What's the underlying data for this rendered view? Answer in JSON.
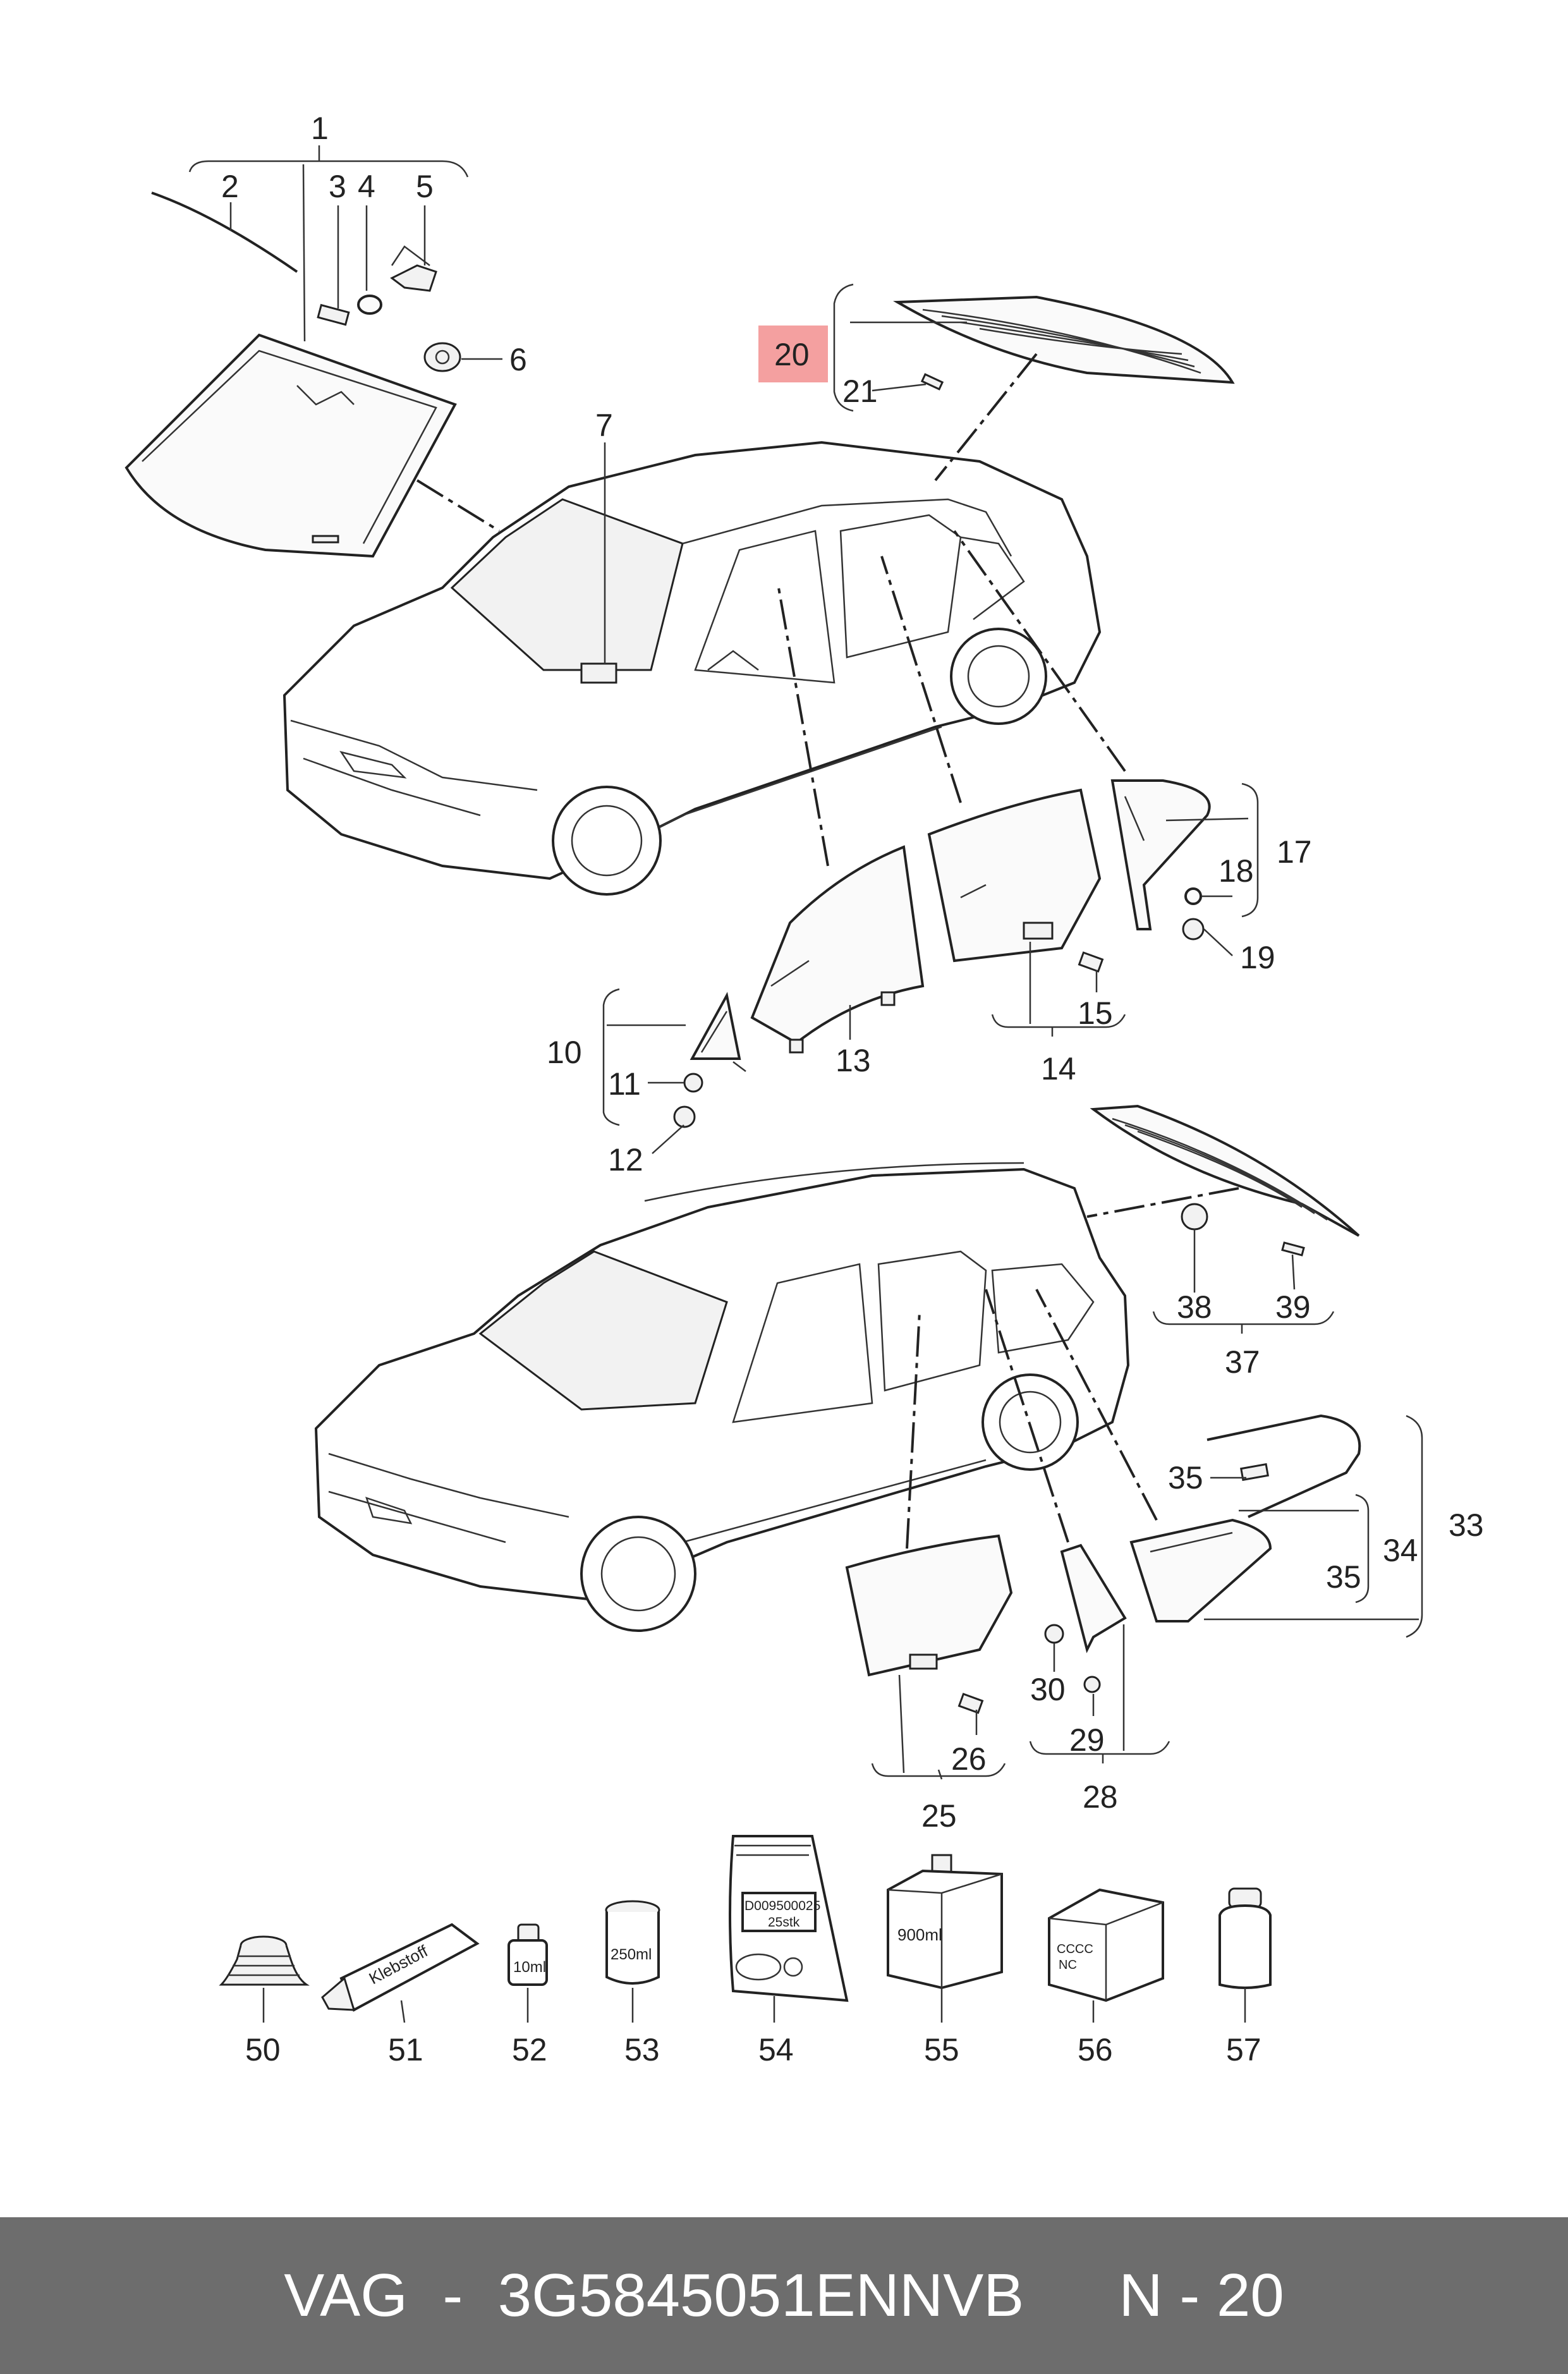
{
  "callouts": {
    "c1": "1",
    "c2": "2",
    "c3": "3",
    "c4": "4",
    "c5": "5",
    "c6": "6",
    "c7": "7",
    "c10": "10",
    "c11": "11",
    "c12": "12",
    "c13": "13",
    "c14": "14",
    "c15": "15",
    "c17": "17",
    "c18": "18",
    "c19": "19",
    "c20": "20",
    "c21": "21",
    "c25": "25",
    "c26": "26",
    "c28": "28",
    "c29": "29",
    "c30": "30",
    "c33": "33",
    "c34": "34",
    "c35a": "35",
    "c35b": "35",
    "c37": "37",
    "c38": "38",
    "c39": "39",
    "c50": "50",
    "c51": "51",
    "c52": "52",
    "c53": "53",
    "c54": "54",
    "c55": "55",
    "c56": "56",
    "c57": "57"
  },
  "highlight_color": "#f4a0a0",
  "highlighted_callout": "20",
  "product_labels": {
    "tube": "Klebstoff",
    "bottle_small": "10ml",
    "can": "250ml",
    "bag_line1": "D009500025",
    "bag_line2": "25stk",
    "canister": "900ml",
    "box_text1": "CCCC",
    "box_text2": "NC"
  },
  "footer": {
    "brand": "VAG",
    "separator": "-",
    "part_number": "3G5845051ENNVB",
    "page": "N - 20",
    "background": "#6d6d6d"
  }
}
